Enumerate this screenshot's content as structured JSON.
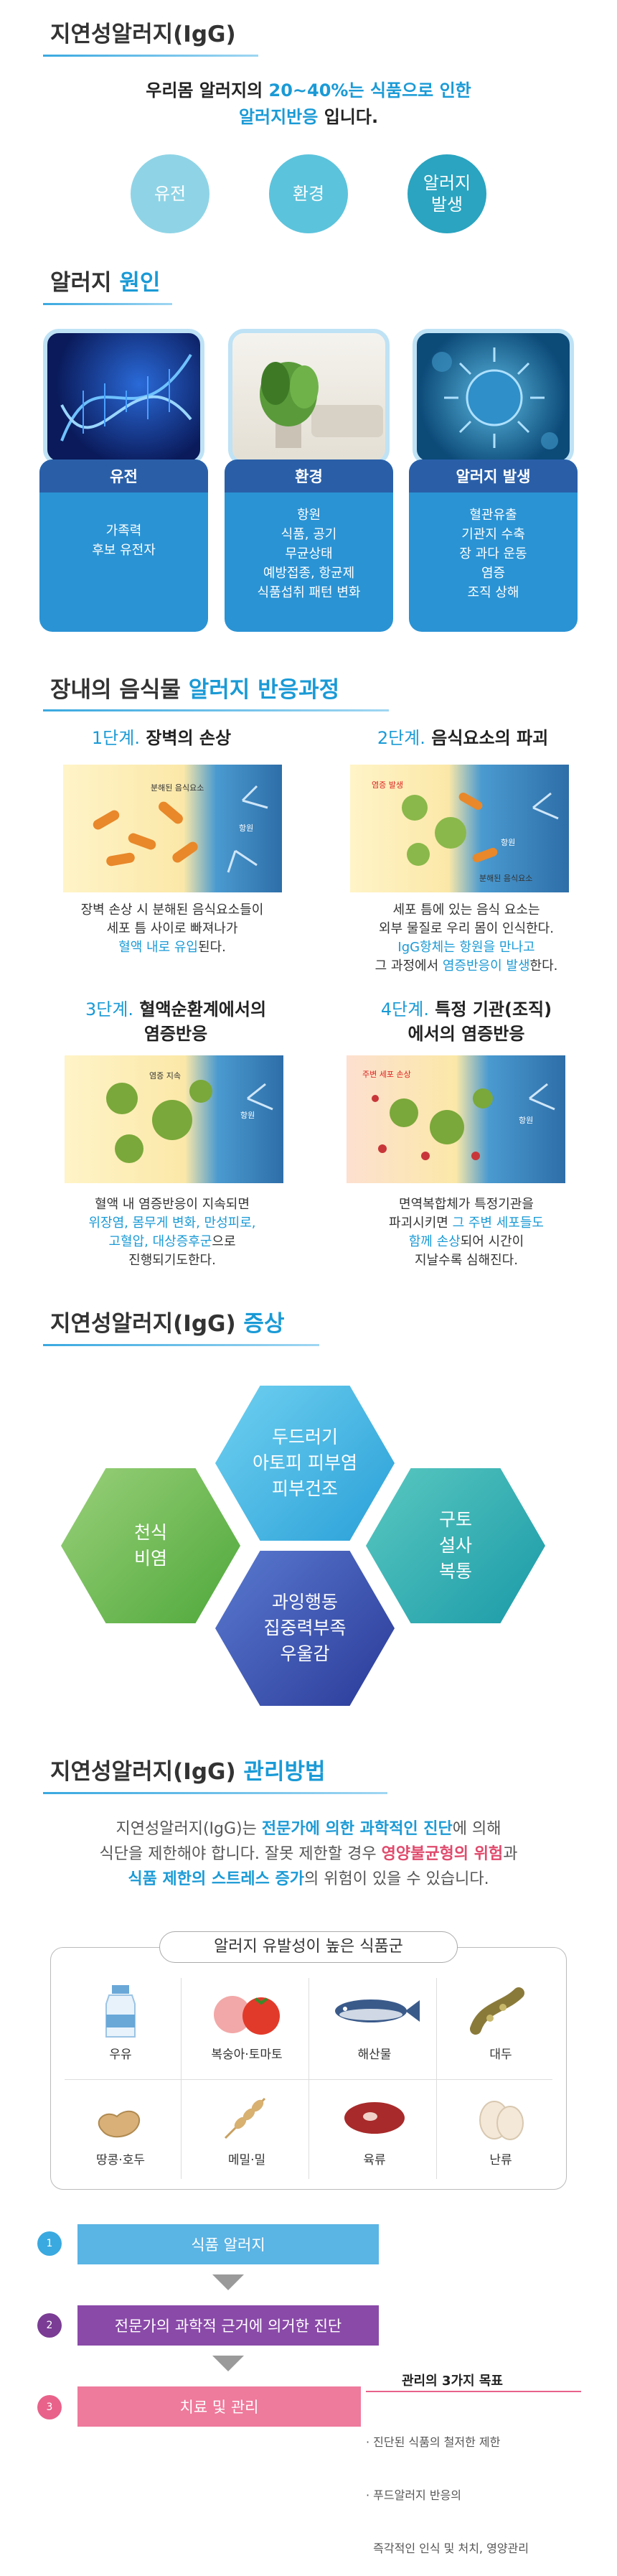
{
  "section1": {
    "title": "지연성알러지(IgG)",
    "intro_a": "우리몸 알러지의 ",
    "intro_b": "20~40%는 식품으로 인한",
    "intro_c": "알러지반응",
    "intro_d": " 입니다.",
    "circles": [
      "유전",
      "환경",
      "알러지\n발생"
    ]
  },
  "causes": {
    "title_a": "알러지 ",
    "title_b": "원인",
    "cards": [
      {
        "head": "유전",
        "body": "가족력\n후보 유전자"
      },
      {
        "head": "환경",
        "body": "항원\n식품, 공기\n무균상태\n예방접종, 항균제\n식품섭취 패턴 변화"
      },
      {
        "head": "알러지 발생",
        "body": "혈관유출\n기관지 수축\n장 과다 운동\n염증\n조직 상해"
      }
    ]
  },
  "process": {
    "title_a": "장내의 음식물 ",
    "title_b": "알러지 반응과정",
    "steps": [
      {
        "num": "1단계.",
        "title": " 장벽의 손상",
        "img_label1": "분해된 음식요소",
        "img_label2": "항원",
        "t1": "장벽 손상 시 분해된 음식요소들이",
        "t2": "세포 틈 사이로 빠져나가",
        "t3": "혈액 내로 유입",
        "t4": "된다."
      },
      {
        "num": "2단계.",
        "title": " 음식요소의 파괴",
        "img_label1": "염증 발생",
        "img_label2": "항원",
        "img_label3": "분해된 음식요소",
        "t1": "세포 틈에 있는 음식 요소는",
        "t2": "외부 물질로 우리 몸이 인식한다.",
        "t3": "IgG항체는 항원을 만나고",
        "t4": "그 과정에서 ",
        "t5": "염증반응이 발생",
        "t6": "한다."
      },
      {
        "num": "3단계.",
        "title": " 혈액순환계에서의",
        "title2": "염증반응",
        "img_label1": "염증 지속",
        "img_label2": "항원",
        "t1": "혈액 내 염증반응이 지속되면",
        "t2": "위장염, 몸무게 변화, 만성피로,",
        "t3": "고혈압, 대상증후군",
        "t4": "으로",
        "t5": "진행되기도한다."
      },
      {
        "num": "4단계.",
        "title": " 특정 기관(조직)",
        "title2": "에서의 염증반응",
        "img_label1": "주변 세포 손상",
        "img_label2": "항원",
        "t1": "면역복합체가 특정기관을",
        "t2": "파괴시키면 ",
        "t3": "그 주변 세포들도",
        "t4": "함께 손상",
        "t5": "되어 시간이",
        "t6": "지날수록 심해진다."
      }
    ]
  },
  "symptoms": {
    "title_a": "지연성알러지(IgG) ",
    "title_b": "증상",
    "hexes": [
      "두드러기\n아토피 피부염\n피부건조",
      "천식\n비염",
      "구토\n설사\n복통",
      "과잉행동\n집중력부족\n우울감"
    ]
  },
  "management": {
    "title_a": "지연성알러지(IgG) ",
    "title_b": "관리방법",
    "p1a": "지연성알러지(IgG)는 ",
    "p1b": "전문가에 의한 과학적인 진단",
    "p1c": "에 의해",
    "p2a": "식단을 제한해야 합니다. 잘못 제한할 경우 ",
    "p2b": "영양불균형의 위험",
    "p2c": "과",
    "p3a": "식품 제한의 스트레스 증가",
    "p3b": "의 위험이 있을 수 있습니다.",
    "food_box_title": "알러지 유발성이 높은 식품군",
    "foods": [
      "우유",
      "복숭아·토마토",
      "해산물",
      "대두",
      "땅콩·호두",
      "메밀·밀",
      "육류",
      "난류"
    ],
    "steps": [
      {
        "num": "1",
        "label": "식품 알러지"
      },
      {
        "num": "2",
        "label": "전문가의 과학적 근거에 의거한 진단"
      },
      {
        "num": "3",
        "label": "치료 및 관리"
      }
    ],
    "goals_title": "관리의 3가지 목표",
    "goals": [
      "· 진단된 식품의 철저한 제한",
      "· 푸드알러지 반응의",
      "  즉각적인 인식 및 처치, 영양관리"
    ]
  },
  "colors": {
    "accent": "#1a9ad6",
    "navy": "#2a5fa8",
    "purple": "#7a3c94",
    "pink": "#e8628a"
  }
}
